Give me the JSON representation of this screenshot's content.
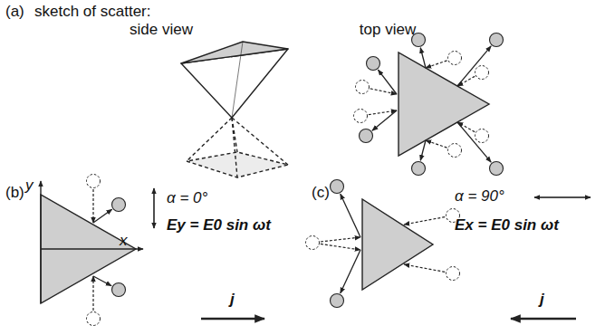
{
  "diagram": {
    "labels": [
      "(a)",
      "sketch of scatter:",
      "side view",
      "top view",
      "(b)",
      "y",
      "x",
      "α = 0°",
      "Ey = E0 sin ωt",
      "j",
      "(c)",
      "α = 90°",
      "Ex = E0 sin ωt",
      "j"
    ]
  }
}
